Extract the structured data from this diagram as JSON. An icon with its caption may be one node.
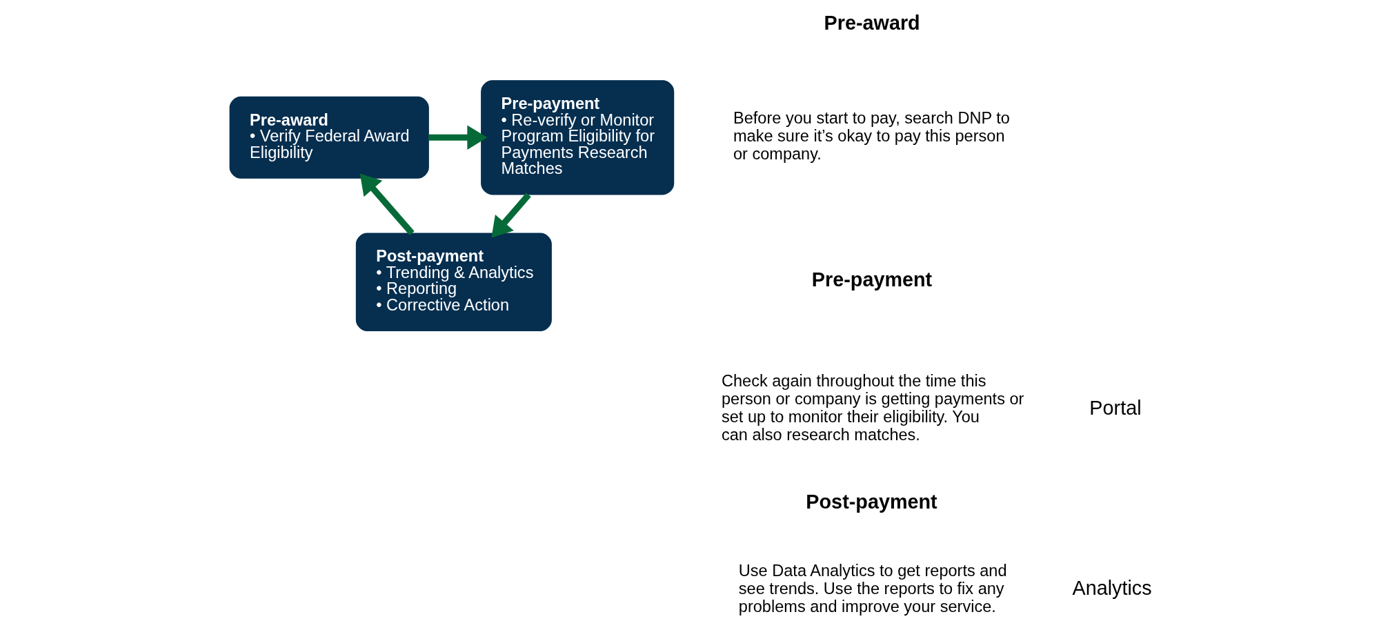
{
  "diagram": {
    "nodes": [
      {
        "text": [
          "Pre-award",
          "• Verify Federal Award Eligibility"
        ]
      },
      {
        "text": [
          "Pre-payment",
          "• Re-verify or Monitor Program Eligibility for Payments Research Matches"
        ]
      },
      {
        "text": [
          "Post-payment",
          "• Trending & Analytics",
          "• Reporting",
          "• Corrective Action"
        ]
      }
    ],
    "edges": [
      {
        "from": 0,
        "to": 1,
        "arrow": "to"
      },
      {
        "from": 1,
        "to": 2,
        "arrow": "to"
      },
      {
        "from": 2,
        "to": 0,
        "arrow": "to"
      }
    ],
    "labels": [
      "Pre-award",
      "Before you start to pay, search DNP to make sure it’s okay to pay this person or company.",
      "Pre-payment",
      "Check again throughout the time this person or company is getting payments or set up to monitor their eligibility. You can also research matches.",
      "Portal",
      "Post-payment",
      "Use Data Analytics to get reports and see trends. Use the reports to fix any problems and improve your service.",
      "Analytics"
    ]
  }
}
